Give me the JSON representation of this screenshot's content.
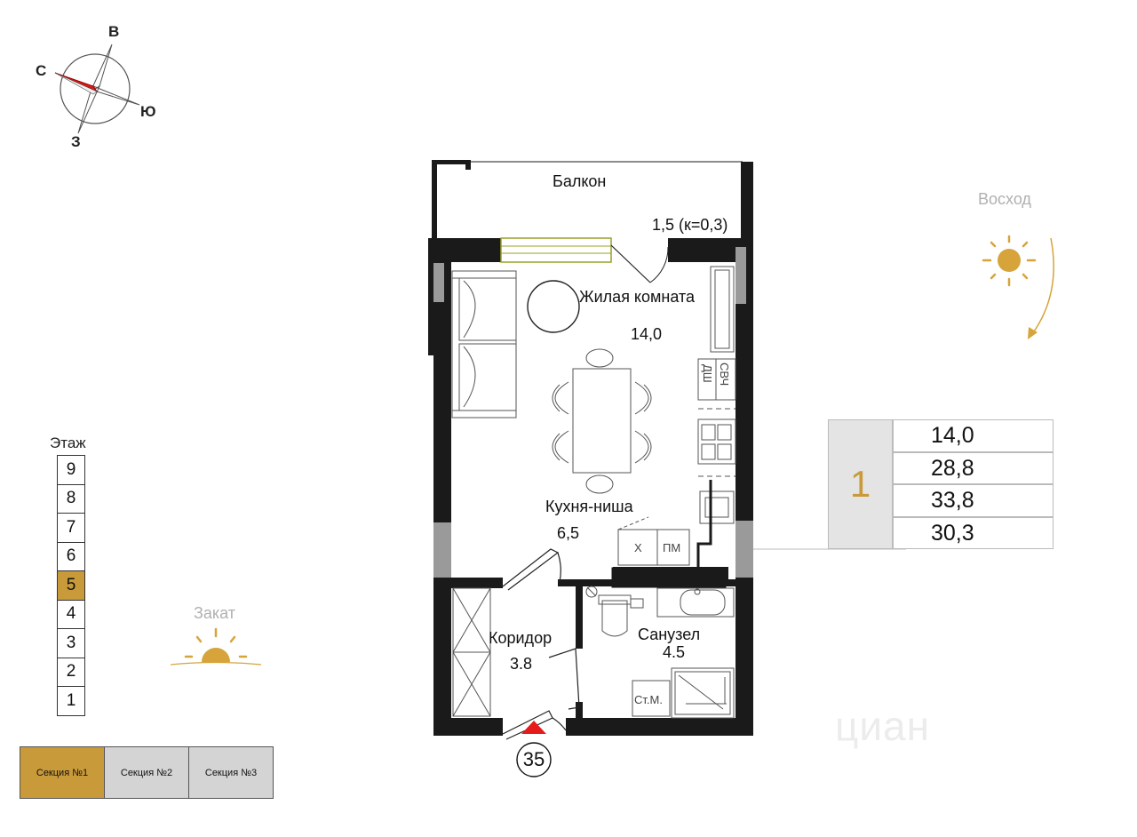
{
  "compass": {
    "north": "С",
    "east": "В",
    "south": "Ю",
    "west": "З"
  },
  "sunrise_label": "Восход",
  "sunset_label": "Закат",
  "rooms": {
    "balcony": {
      "name": "Балкон",
      "area": "1,5 (к=0,3)"
    },
    "living": {
      "name": "Жилая комната",
      "area": "14,0"
    },
    "kitchen": {
      "name": "Кухня-ниша",
      "area": "6,5"
    },
    "corridor": {
      "name": "Коридор",
      "area": "3.8"
    },
    "bathroom": {
      "name": "Санузел",
      "area": "4.5"
    }
  },
  "fixtures": {
    "dishwasher": "ДШ",
    "microwave": "СВЧ",
    "fridge": "Х",
    "pm": "ПМ",
    "washer": "Ст.М."
  },
  "apartment_number": "35",
  "summary": {
    "rooms_count": "1",
    "living_area": "14,0",
    "area_2": "28,8",
    "total_area": "33,8",
    "area_4": "30,3"
  },
  "floors": {
    "title": "Этаж",
    "items": [
      "9",
      "8",
      "7",
      "6",
      "5",
      "4",
      "3",
      "2",
      "1"
    ],
    "active": "5"
  },
  "sections": {
    "items": [
      "Секция №1",
      "Секция №2",
      "Секция №3"
    ],
    "active": "Секция №1"
  },
  "watermark": "циан",
  "colors": {
    "accent": "#c99a3a",
    "wall": "#1a1a1a",
    "compass_red": "#d61b1b",
    "inactive_section": "#d4d4d4",
    "window_green": "#c8cf6a"
  }
}
